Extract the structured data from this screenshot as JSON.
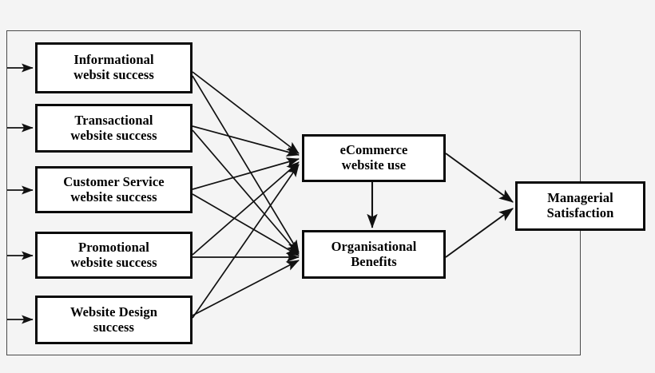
{
  "diagram": {
    "type": "flow-model",
    "title": "",
    "background_color": "#f4f4f4",
    "node_fill_color": "#ffffff",
    "node_border_color": "#0a0a0a",
    "edge_color": "#111111",
    "frame_color": "#4a4a4a",
    "nodes": [
      {
        "id": "informational",
        "line1": "Informational",
        "line2": "websit success",
        "column": "antecedents"
      },
      {
        "id": "transactional",
        "line1": "Transactional",
        "line2": "website success",
        "column": "antecedents"
      },
      {
        "id": "customer",
        "line1": "Customer Service",
        "line2": "website success",
        "column": "antecedents"
      },
      {
        "id": "promotional",
        "line1": "Promotional",
        "line2": "website success",
        "column": "antecedents"
      },
      {
        "id": "design",
        "line1": "Website Design",
        "line2": "success",
        "column": "antecedents"
      },
      {
        "id": "ecommerce",
        "line1": "eCommerce",
        "line2": "website use",
        "column": "mediators"
      },
      {
        "id": "benefits",
        "line1": "Organisational",
        "line2": "Benefits",
        "column": "mediators"
      },
      {
        "id": "managerial",
        "line1": "Managerial",
        "line2": "Satisfaction",
        "column": "outcome"
      }
    ],
    "edges": [
      {
        "from": "informational",
        "to": "ecommerce"
      },
      {
        "from": "informational",
        "to": "benefits"
      },
      {
        "from": "transactional",
        "to": "ecommerce"
      },
      {
        "from": "transactional",
        "to": "benefits"
      },
      {
        "from": "customer",
        "to": "ecommerce"
      },
      {
        "from": "customer",
        "to": "benefits"
      },
      {
        "from": "promotional",
        "to": "ecommerce"
      },
      {
        "from": "promotional",
        "to": "benefits"
      },
      {
        "from": "design",
        "to": "ecommerce"
      },
      {
        "from": "design",
        "to": "benefits"
      },
      {
        "from": "ecommerce",
        "to": "benefits"
      },
      {
        "from": "ecommerce",
        "to": "managerial"
      },
      {
        "from": "benefits",
        "to": "managerial"
      },
      {
        "from": "frame",
        "to": "informational"
      },
      {
        "from": "frame",
        "to": "transactional"
      },
      {
        "from": "frame",
        "to": "customer"
      },
      {
        "from": "frame",
        "to": "promotional"
      },
      {
        "from": "frame",
        "to": "design"
      }
    ]
  }
}
